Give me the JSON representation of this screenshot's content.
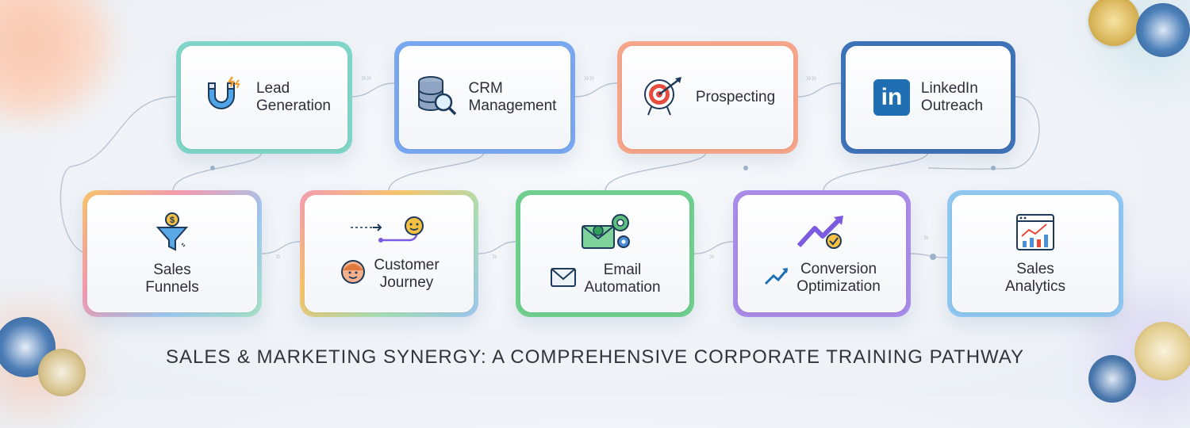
{
  "title": "SALES & MARKETING SYNERGY: A COMPREHENSIVE CORPORATE TRAINING PATHWAY",
  "steps": [
    {
      "label": "Lead\nGeneration",
      "icon": "magnet-icon",
      "border": "#7fd6c8"
    },
    {
      "label": "CRM\nManagement",
      "icon": "database-search-icon",
      "border": "#7aa8f0"
    },
    {
      "label": "Prospecting",
      "icon": "target-icon",
      "border": "#f5a58a"
    },
    {
      "label": "LinkedIn\nOutreach",
      "icon": "linkedin-icon",
      "border": "#3f73b8"
    },
    {
      "label": "Sales\nFunnels",
      "icon": "funnel-dollar-icon",
      "border": "rainbow"
    },
    {
      "label": "Customer\nJourney",
      "icon": "customer-journey-icon",
      "border": "rainbow"
    },
    {
      "label": "Email\nAutomation",
      "icon": "email-gear-icon",
      "border": "#6fcf8e"
    },
    {
      "label": "Conversion\nOptimization",
      "icon": "trend-up-icon",
      "border": "#a98be8"
    },
    {
      "label": "Sales\nAnalytics",
      "icon": "analytics-chart-icon",
      "border": "#8fc7f0"
    }
  ],
  "icons": {
    "linkedin_text": "in"
  },
  "colors": {
    "accent_blue": "#1f6fb2",
    "accent_purple": "#7b5be0",
    "accent_orange": "#f08a4b"
  }
}
